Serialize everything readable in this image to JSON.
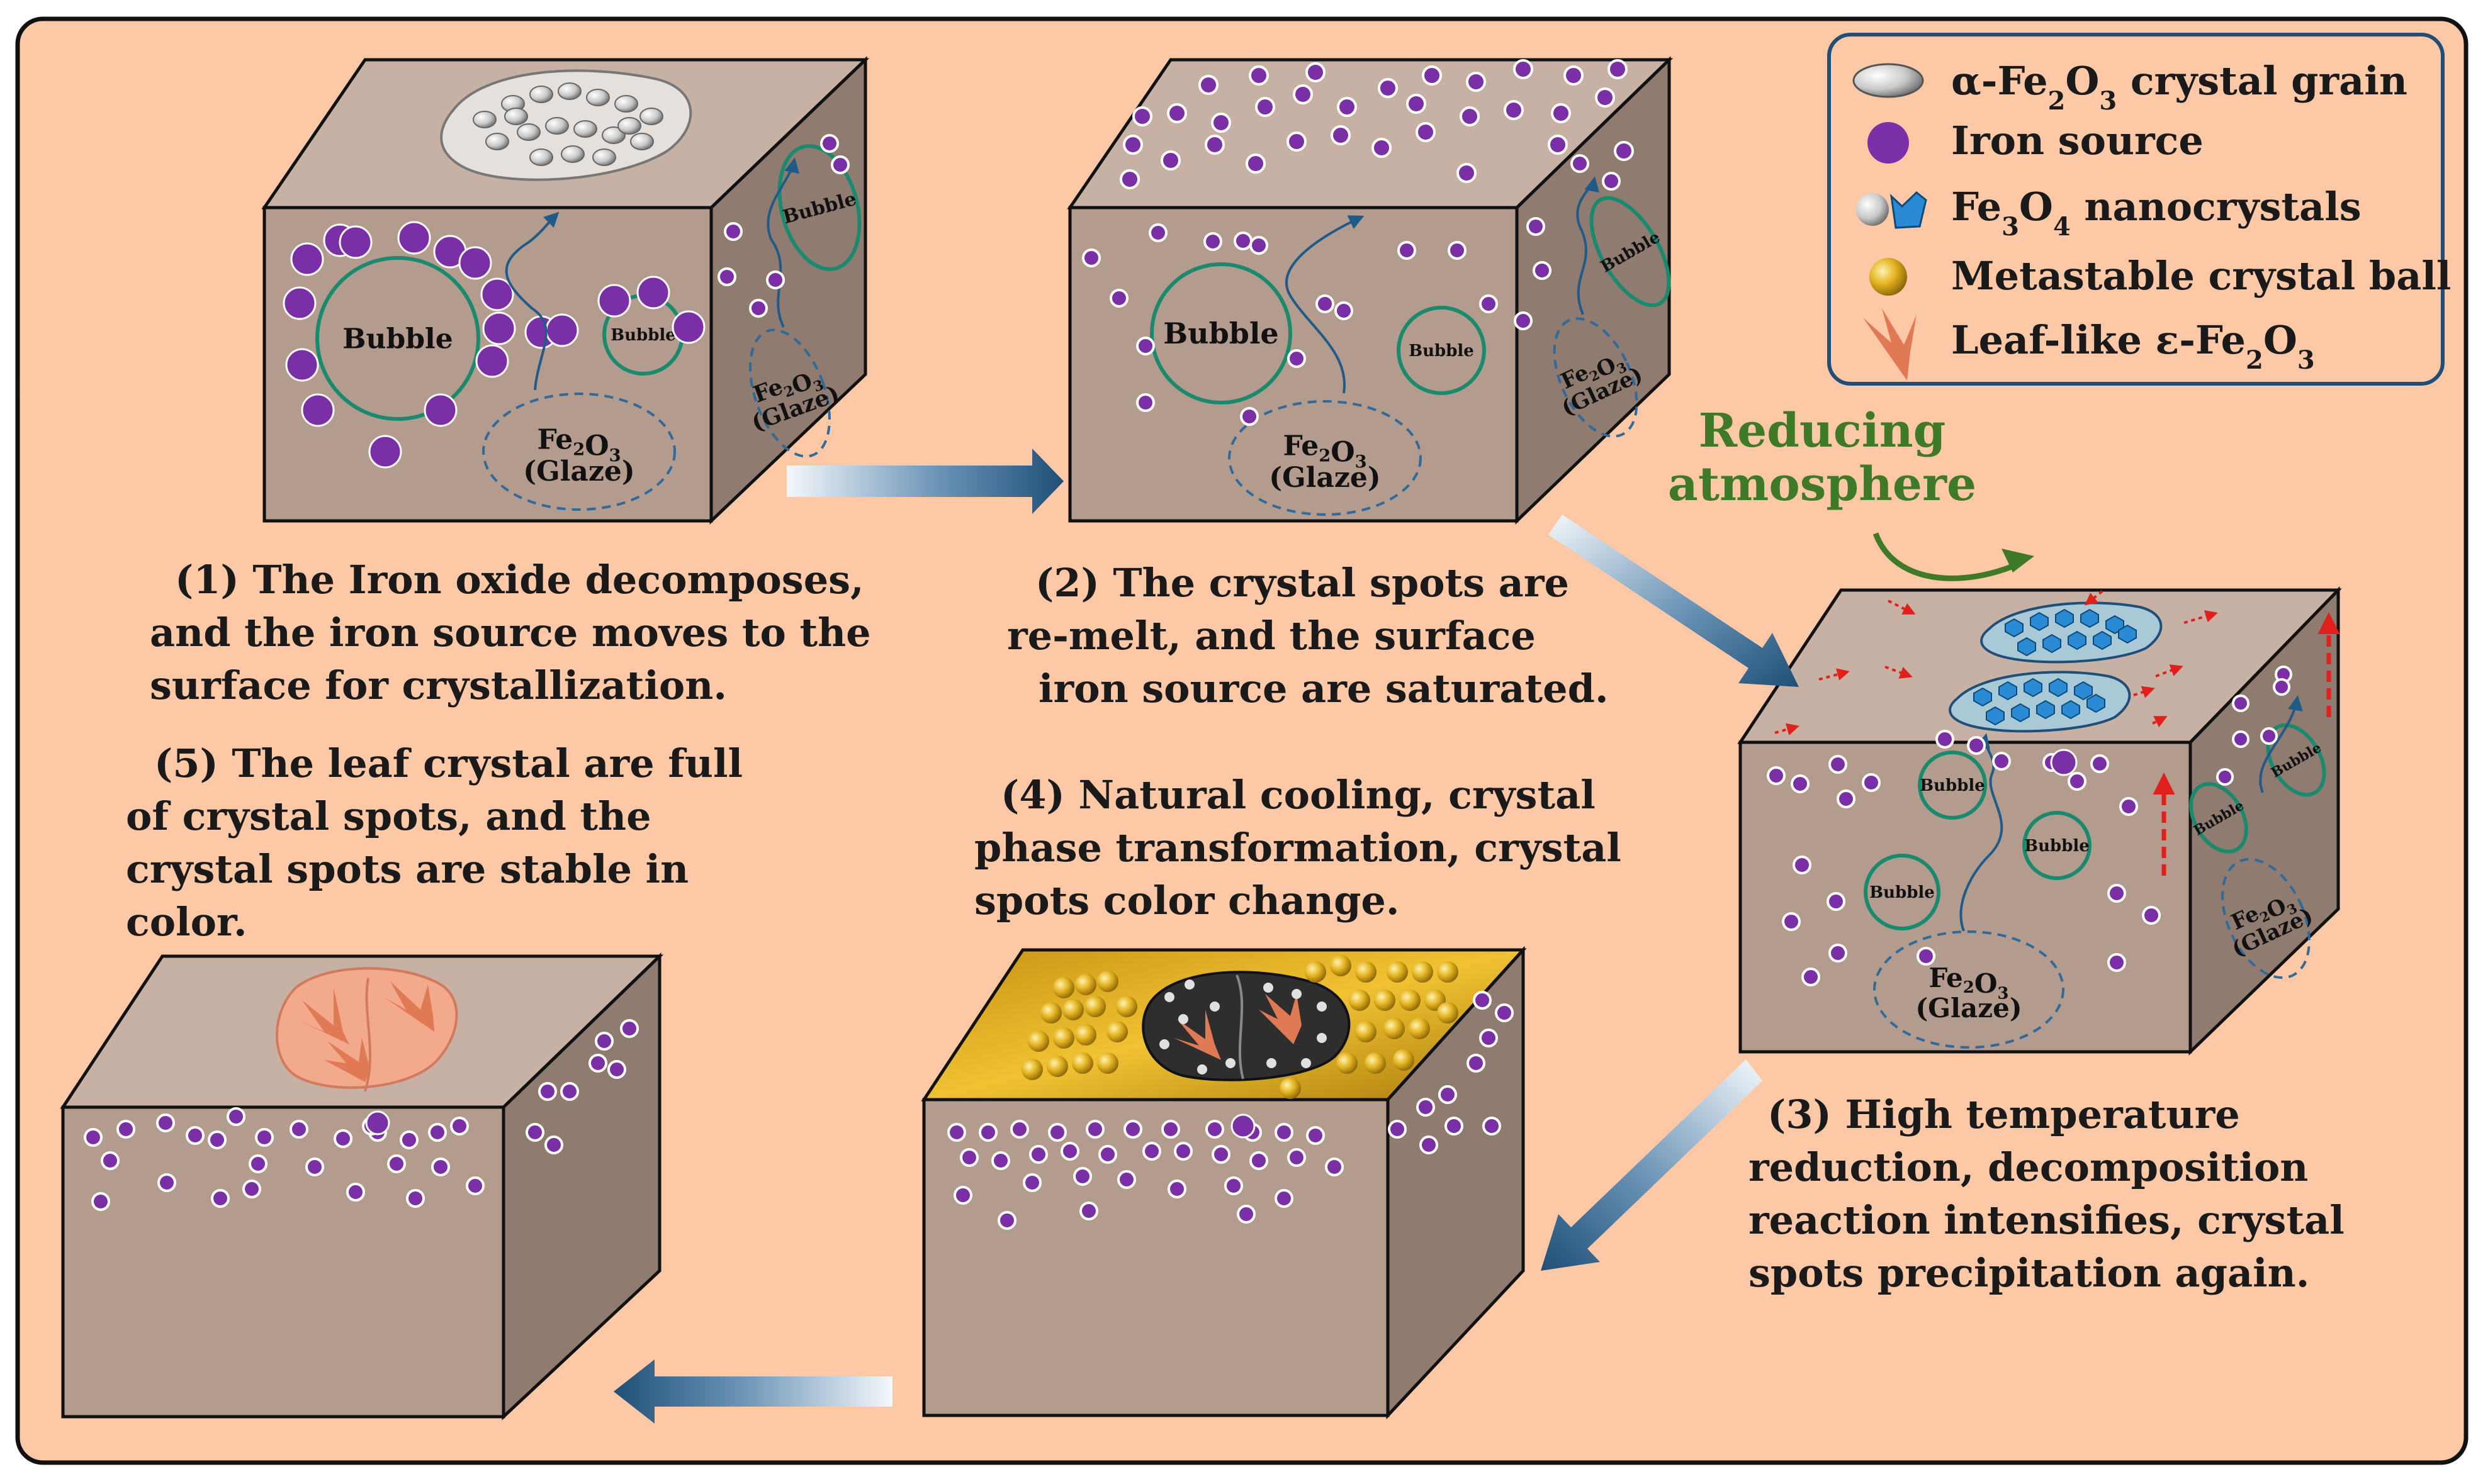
{
  "colors": {
    "background": "#fcc8a6",
    "frame": "#111111",
    "block_front": "#b39b8e",
    "block_top": "#c7b1a4",
    "block_side": "#8f7b6f",
    "iron_source": "#7b2fa6",
    "bubble_ring": "#1a8a6e",
    "arrow_dark": "#1f4f78",
    "reducing_text": "#3f7a28",
    "legend_border": "#1f4f78",
    "gold": "#d9a416",
    "leaf": "#e07a55"
  },
  "legend": {
    "items": [
      {
        "icon": "alpha-fe2o3-grain-icon",
        "prefix": "α-Fe",
        "sub1": "2",
        "mid": "O",
        "sub2": "3",
        "suffix": "  crystal grain"
      },
      {
        "icon": "iron-source-icon",
        "text": "Iron source"
      },
      {
        "icon": "fe3o4-nanocrystal-icon",
        "prefix": "Fe",
        "sub1": "3",
        "mid": "O",
        "sub2": "4",
        "suffix": " nanocrystals"
      },
      {
        "icon": "metastable-ball-icon",
        "text": "Metastable crystal ball"
      },
      {
        "icon": "leaf-epsilon-icon",
        "prefix": "Leaf-like ε-Fe",
        "sub1": "2",
        "mid": "O",
        "sub2": "3",
        "suffix": ""
      }
    ]
  },
  "reducing_atmosphere": [
    "Reducing",
    "atmosphere"
  ],
  "bubble_label": "Bubble",
  "glaze": {
    "fe": "Fe",
    "sub1": "2",
    "o": "O",
    "sub2": "3",
    "glaze": "(Glaze)"
  },
  "steps": {
    "step1": [
      "(1)  The Iron oxide decomposes,",
      "and the iron source moves to the",
      "surface for crystallization."
    ],
    "step2": [
      "(2)  The crystal spots are",
      "re-melt,  and  the  surface",
      "iron source are saturated."
    ],
    "step3": [
      "(3)  High temperature",
      "reduction, decomposition",
      "reaction intensifies, crystal",
      "spots precipitation again."
    ],
    "step4": [
      "(4)  Natural cooling, crystal",
      "phase transformation, crystal",
      "spots color change."
    ],
    "step5": [
      "(5)  The leaf crystal are full",
      "of crystal spots, and the",
      "crystal spots are stable in",
      "color."
    ]
  }
}
